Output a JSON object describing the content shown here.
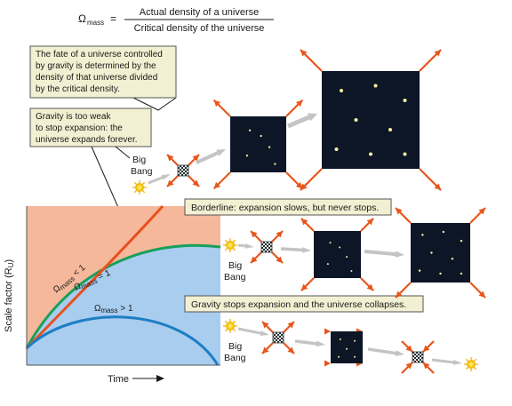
{
  "formula": {
    "lhs_symbol": "Ω",
    "lhs_subscript": "mass",
    "equals": "=",
    "numerator": "Actual density of a universe",
    "denominator": "Critical density of the universe"
  },
  "callouts": {
    "fate_lines": [
      "The fate of a universe controlled",
      "by gravity is determined by the",
      "density of that universe divided",
      "by the critical density."
    ],
    "weak_lines": [
      "Gravity is too weak",
      "to stop expansion: the",
      "universe expands forever."
    ],
    "borderline": "Borderline: expansion slows, but never stops.",
    "collapse": "Gravity stops expansion and the universe collapses."
  },
  "big_bang": {
    "line1": "Big",
    "line2": "Bang"
  },
  "axes": {
    "ylabel": "Scale factor (R",
    "ylabel_sub": "U",
    "ylabel_close": ")",
    "xlabel": "Time"
  },
  "curves": {
    "lt_symbol": "Ω",
    "lt_sub": "mass",
    "lt_rel": " < 1",
    "eq_symbol": "Ω",
    "eq_sub": "mass",
    "eq_rel": " = 1",
    "gt_symbol": "Ω",
    "gt_sub": "mass",
    "gt_rel": " > 1"
  },
  "colors": {
    "open_region": "#f6b89a",
    "closed_region": "#a9cdef",
    "open_curve": "#e8501e",
    "flat_curve": "#18a05a",
    "closed_curve": "#1d7ec4",
    "universe_box": "#0c1626",
    "arrow": "#e8561c",
    "callout_fill": "#f2f0d2"
  }
}
